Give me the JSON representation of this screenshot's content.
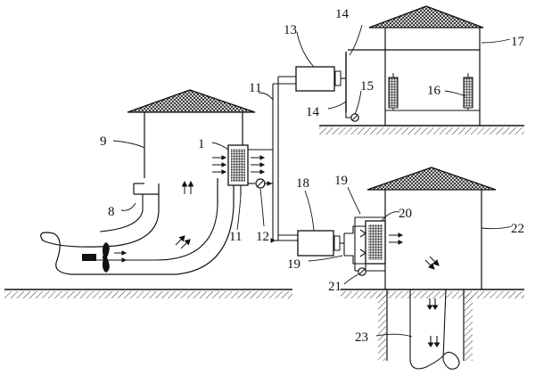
{
  "diagram": {
    "labels": {
      "l1": "1",
      "l8": "8",
      "l9": "9",
      "l11a": "11",
      "l11b": "11",
      "l12": "12",
      "l13": "13",
      "l14a": "14",
      "l14b": "14",
      "l15": "15",
      "l16": "16",
      "l17": "17",
      "l18": "18",
      "l19a": "19",
      "l19b": "19",
      "l20": "20",
      "l21": "21",
      "l22": "22",
      "l23": "23"
    }
  }
}
